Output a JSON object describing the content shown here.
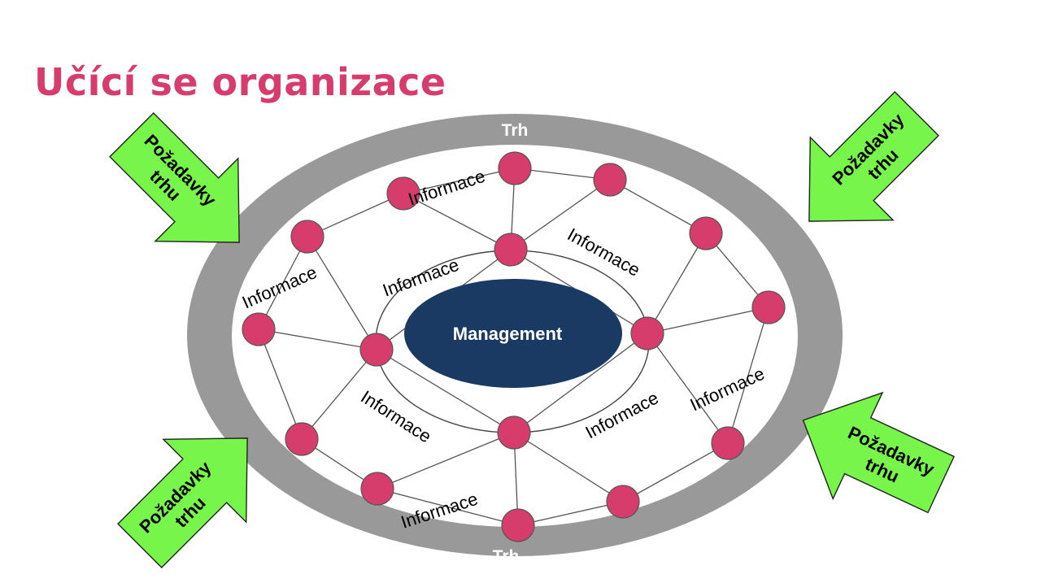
{
  "title": "Učící se organizace",
  "market_label": "Trh",
  "center_label": "Management",
  "arrow_label": {
    "line1": "Požadavky",
    "line2": "trhu"
  },
  "info_label": "Informace",
  "colors": {
    "title": "#d63d6c",
    "market_ring": "#999999",
    "node": "#d63d6c",
    "center": "#1b3a63",
    "arrow": "#77f54a"
  }
}
